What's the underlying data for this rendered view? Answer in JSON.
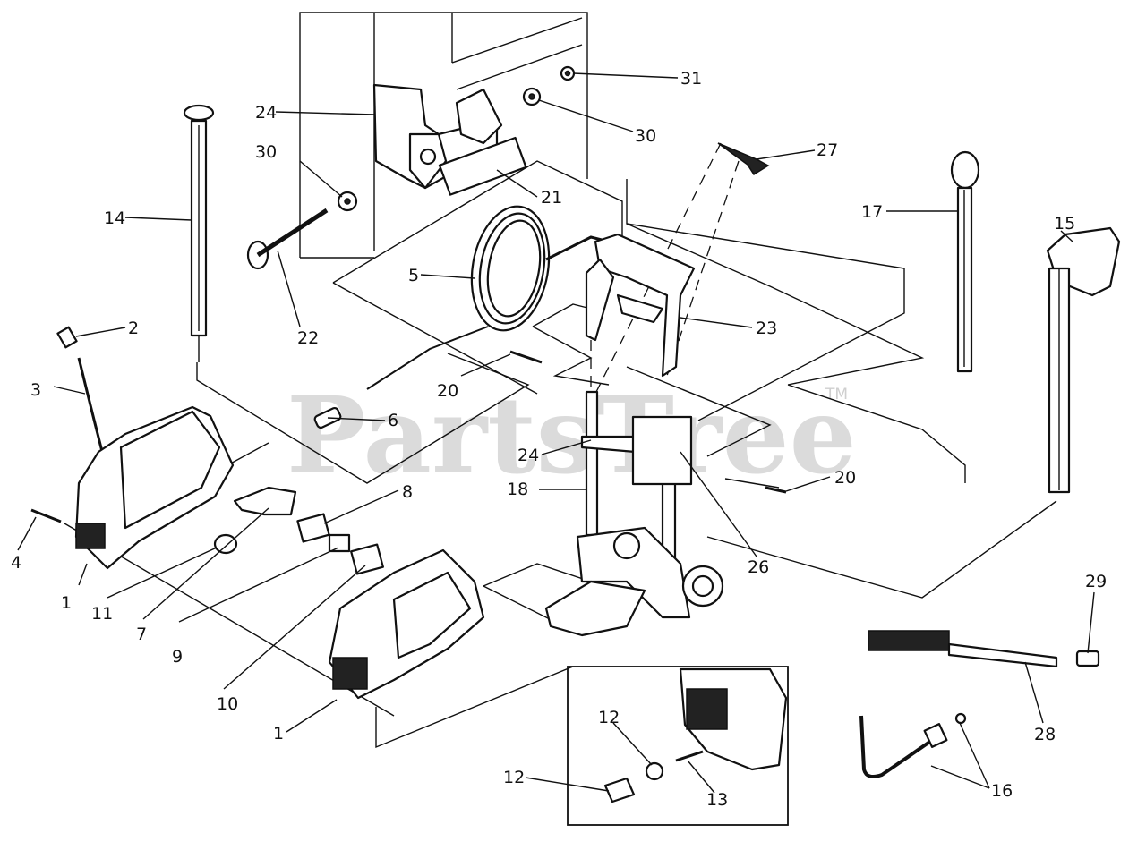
{
  "watermark": {
    "text": "PartsTree",
    "tm": "TM"
  },
  "callouts": [
    "1",
    "1",
    "2",
    "3",
    "4",
    "5",
    "6",
    "7",
    "8",
    "9",
    "10",
    "11",
    "12",
    "12",
    "13",
    "14",
    "15",
    "16",
    "17",
    "18",
    "20",
    "20",
    "21",
    "22",
    "23",
    "24",
    "24",
    "26",
    "27",
    "28",
    "29",
    "30",
    "30",
    "31"
  ]
}
